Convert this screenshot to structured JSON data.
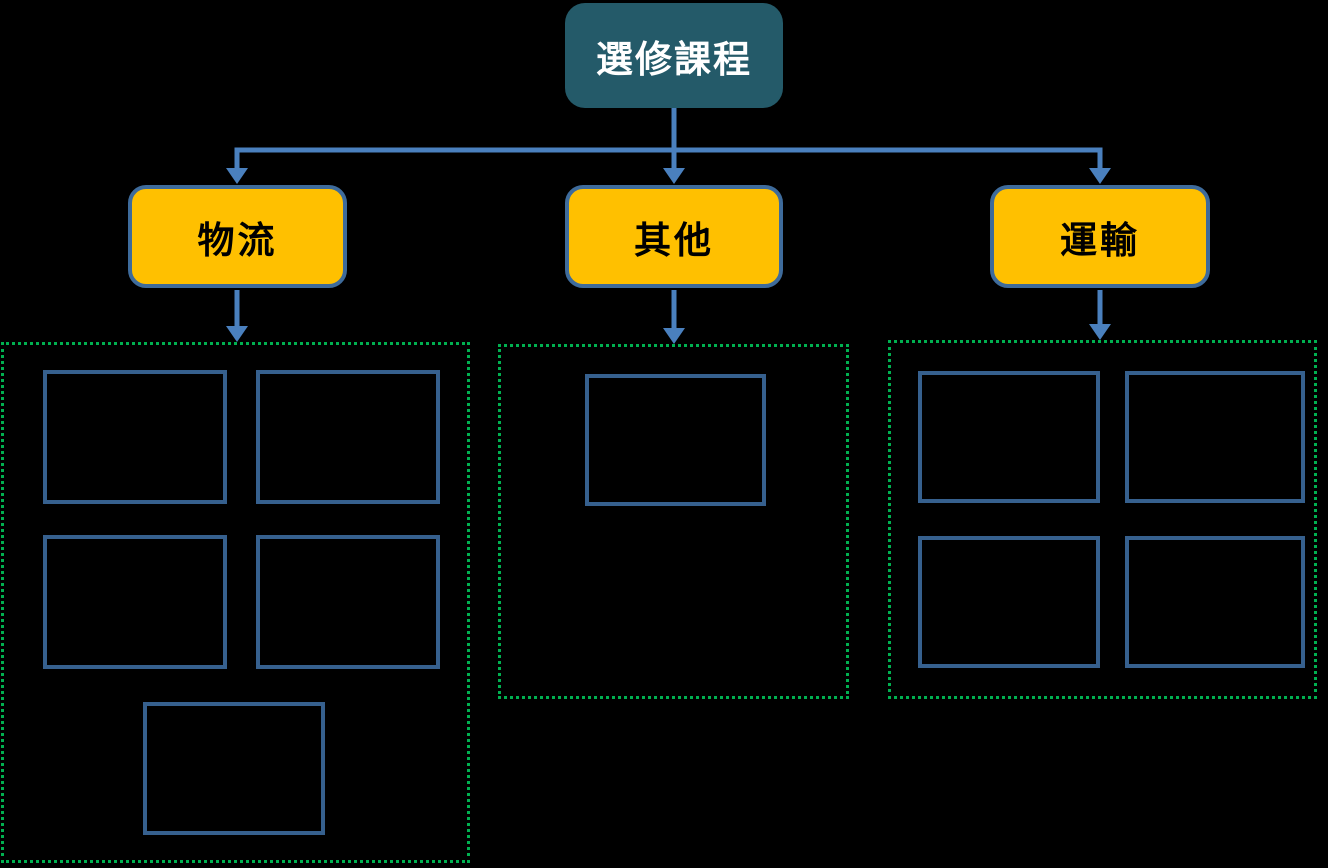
{
  "diagram": {
    "root": {
      "label": "選修課程"
    },
    "branches": [
      {
        "label": "物流",
        "slot_count": 5
      },
      {
        "label": "其他",
        "slot_count": 1
      },
      {
        "label": "運輸",
        "slot_count": 4
      }
    ],
    "colors": {
      "background": "#000000",
      "root_fill": "#245A69",
      "root_text": "#FFFFFF",
      "branch_fill": "#FFC000",
      "branch_border": "#3E6B9B",
      "branch_text": "#000000",
      "connector": "#4A80BE",
      "slot_border": "#36608E",
      "group_border": "#00B050"
    }
  }
}
